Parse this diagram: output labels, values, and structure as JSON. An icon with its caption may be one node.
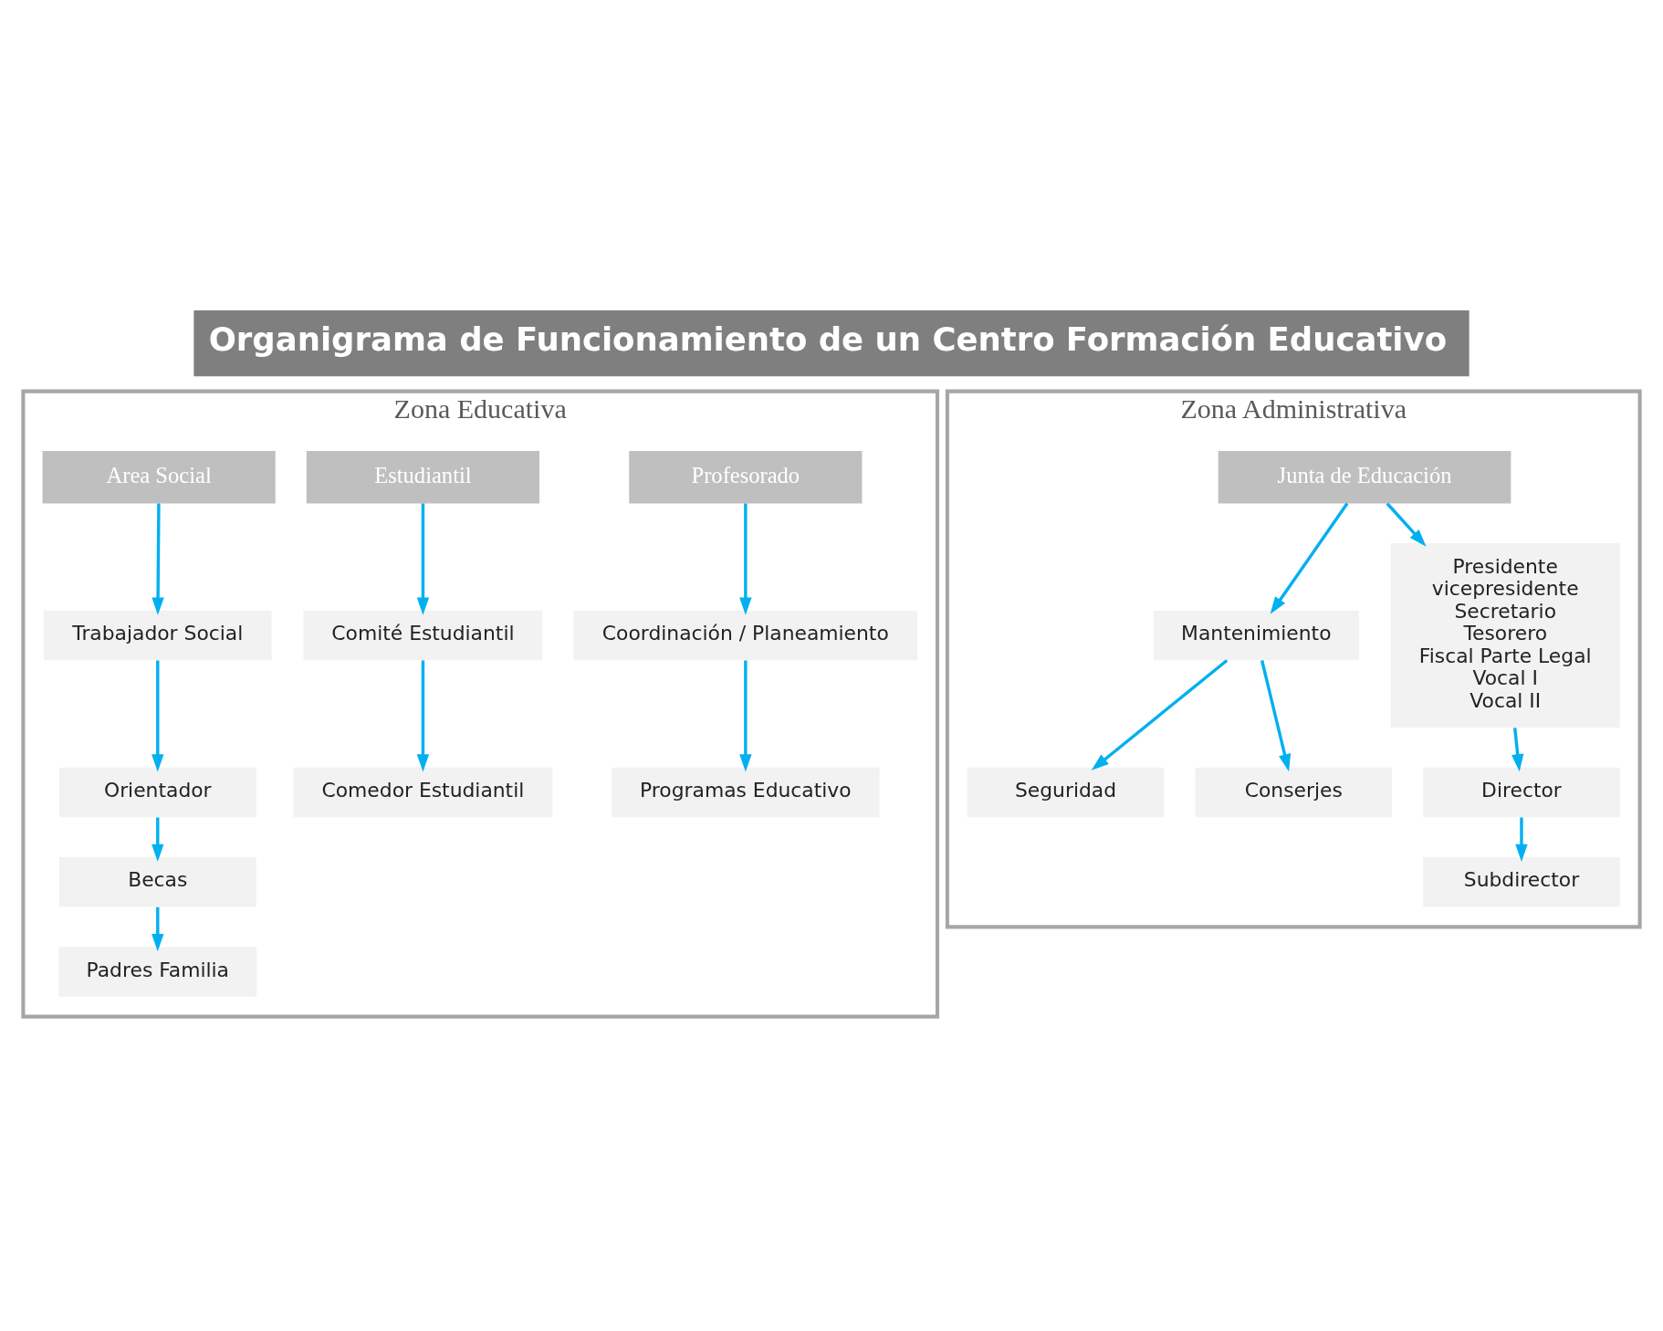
{
  "diagram": {
    "title": "Organigrama de Funcionamiento de un Centro Formación Educativo",
    "nodes": [
      {
        "text": [
          "Zona Educativa"
        ]
      },
      {
        "text": [
          "Profesorado"
        ],
        "in": 0
      },
      {
        "text": [
          "Estudiantil"
        ],
        "in": 0
      },
      {
        "text": [
          "Area Social"
        ],
        "in": 0
      },
      {
        "text": [
          "Zona Administrativa"
        ]
      },
      {
        "text": [
          "Junta de Educación"
        ],
        "in": 4
      },
      {
        "text": [
          "Coordinación / Planeamiento"
        ],
        "in": 0
      },
      {
        "text": [
          "Comité Estudiantil"
        ],
        "in": 0
      },
      {
        "text": [
          "Trabajador Social"
        ],
        "in": 0
      },
      {
        "text": [
          "Mantenimiento"
        ],
        "in": 4
      },
      {
        "text": [
          "Presidente",
          "vicepresidente",
          "Secretario",
          "Tesorero",
          "Fiscal Parte Legal",
          "Vocal I",
          "Vocal II"
        ],
        "in": 4
      },
      {
        "text": [
          "Programas Educativo"
        ],
        "in": 0
      },
      {
        "text": [
          "Comedor Estudiantil"
        ],
        "in": 0
      },
      {
        "text": [
          "Orientador"
        ],
        "in": 0
      },
      {
        "text": [
          "Seguridad"
        ],
        "in": 4
      },
      {
        "text": [
          "Conserjes"
        ],
        "in": 4
      },
      {
        "text": [
          "Becas"
        ],
        "in": 0
      },
      {
        "text": [
          "Padres Familia"
        ],
        "in": 0
      },
      {
        "text": [
          "Director"
        ],
        "in": 4
      },
      {
        "text": [
          "Subdirector"
        ],
        "in": 4
      }
    ],
    "edges": [
      {
        "from": 1,
        "to": 6,
        "arrow": "to"
      },
      {
        "from": 6,
        "to": 11,
        "arrow": "to"
      },
      {
        "from": 2,
        "to": 7,
        "arrow": "to"
      },
      {
        "from": 7,
        "to": 12,
        "arrow": "to"
      },
      {
        "from": 3,
        "to": 8,
        "arrow": "to"
      },
      {
        "from": 8,
        "to": 13,
        "arrow": "to"
      },
      {
        "from": 13,
        "to": 16,
        "arrow": "to"
      },
      {
        "from": 16,
        "to": 17,
        "arrow": "to"
      },
      {
        "from": 5,
        "to": 9,
        "arrow": "to"
      },
      {
        "from": 9,
        "to": 14,
        "arrow": "to"
      },
      {
        "from": 9,
        "to": 15,
        "arrow": "to"
      },
      {
        "from": 5,
        "to": 10,
        "arrow": "to"
      },
      {
        "from": 10,
        "to": 18,
        "arrow": "to"
      },
      {
        "from": 18,
        "to": 19,
        "arrow": "to"
      }
    ]
  }
}
